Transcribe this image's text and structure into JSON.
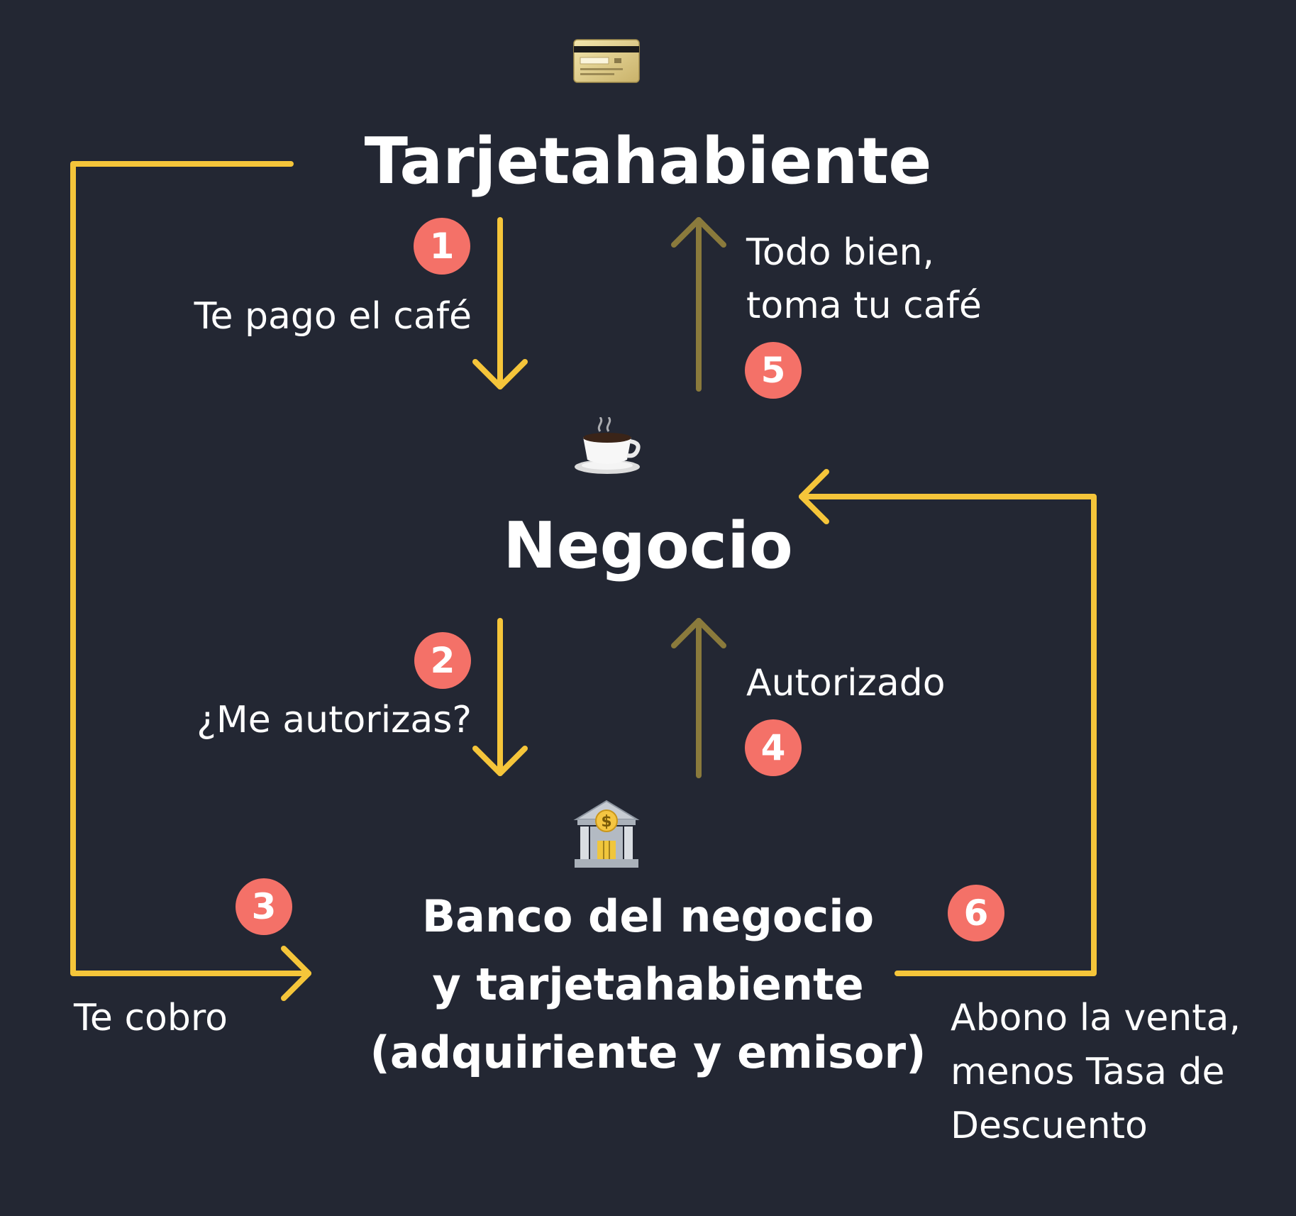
{
  "nodes": {
    "cardholder": {
      "title": "Tarjetahabiente",
      "icon": "credit-card-icon"
    },
    "business": {
      "title": "Negocio",
      "icon": "coffee-cup-icon"
    },
    "bank": {
      "title_lines": [
        "Banco del negocio",
        "y tarjetahabiente",
        "(adquiriente y emisor)"
      ],
      "icon": "bank-icon"
    }
  },
  "steps": [
    {
      "number": "1",
      "label_lines": [
        "Te pago el café"
      ]
    },
    {
      "number": "2",
      "label_lines": [
        "¿Me autorizas?"
      ]
    },
    {
      "number": "3",
      "label_lines": [
        "Te cobro"
      ]
    },
    {
      "number": "4",
      "label_lines": [
        "Autorizado"
      ]
    },
    {
      "number": "5",
      "label_lines": [
        "Todo bien,",
        "toma tu café"
      ]
    },
    {
      "number": "6",
      "label_lines": [
        "Abono la venta,",
        "menos Tasa de",
        "Descuento"
      ]
    }
  ],
  "colors": {
    "background": "#232733",
    "arrow_bright": "#f5c53a",
    "arrow_dim": "#8a7a3c",
    "badge": "#f47168",
    "text": "#ffffff"
  }
}
